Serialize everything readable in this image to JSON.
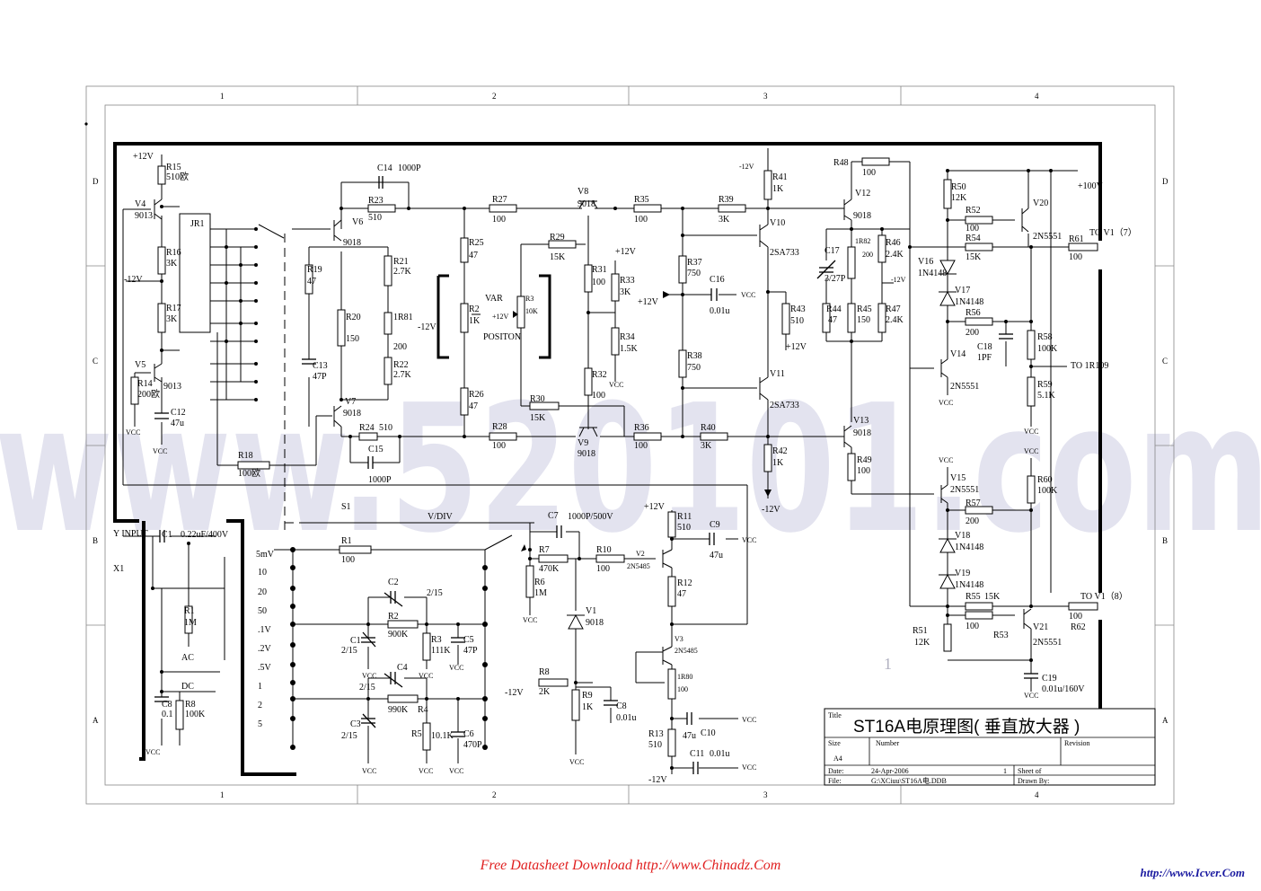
{
  "watermark": "www.520101.com",
  "zones": {
    "columns": [
      "1",
      "2",
      "3",
      "4"
    ],
    "rows": [
      "D",
      "C",
      "B",
      "A"
    ]
  },
  "labels": {
    "vcc12": "+12V",
    "r15": "R15",
    "r15v": "510欧",
    "v4": "V4",
    "v4t": "9013",
    "jr1": "JR1",
    "r16": "R16",
    "r16v": "3K",
    "m12a": "-12V",
    "r17": "R17",
    "r17v": "3K",
    "v5": "V5",
    "v5t": "9013",
    "r14": "R14",
    "r14v": "200欧",
    "c12": "C12",
    "c12v": "47u",
    "vcc": "VCC",
    "r18": "R18",
    "r18v": "100欧",
    "c14": "C14",
    "c14v": "1000P",
    "r23": "R23",
    "r23v": "510",
    "v6": "V6",
    "v6t": "9018",
    "r19": "R19",
    "r19v": "47",
    "r21": "R21",
    "r21v": "2.7K",
    "r20": "R20",
    "r20v": "150",
    "r81": "1R81",
    "r81v": "200",
    "r22": "R22",
    "r22v": "2.7K",
    "c13": "C13",
    "c13v": "47P",
    "v7": "V7",
    "v7t": "9018",
    "r24": "R24",
    "r24v": "510",
    "c15": "C15",
    "c15v": "1000P",
    "r27": "R27",
    "r27v": "100",
    "r25": "R25",
    "r25v": "47",
    "r2": "R2",
    "r2v": "1K",
    "var": "VAR",
    "r3": "R3",
    "r3v": "10K",
    "pos": "POSITON",
    "m12b": "-12V",
    "p12b": "+12V",
    "r26": "R26",
    "r26v": "47",
    "r29": "R29",
    "r29v": "15K",
    "r30": "R30",
    "r30v": "15K",
    "r28": "R28",
    "r28v": "100",
    "v8": "V8",
    "v8t": "9018",
    "p12c": "+12V",
    "r31": "R31",
    "r31v": "100",
    "r33": "R33",
    "r33v": "3K",
    "r34": "R34",
    "r34v": "1.5K",
    "r32": "R32",
    "r32v": "100",
    "v9": "V9",
    "v9t": "9018",
    "r35": "R35",
    "r35v": "100",
    "r36": "R36",
    "r36v": "100",
    "r37": "R37",
    "r37v": "750",
    "c16": "C16",
    "c16v": "0.01u",
    "p12d": "+12V",
    "r38": "R38",
    "r38v": "750",
    "r39": "R39",
    "r39v": "3K",
    "r40": "R40",
    "r40v": "3K",
    "m12c": "-12V",
    "r41": "R41",
    "r41v": "1K",
    "v10": "V10",
    "v10t": "2SA733",
    "r43": "R43",
    "r43v": "510",
    "p12e": "+12V",
    "v11": "V11",
    "v11t": "2SA733",
    "r42": "R42",
    "r42v": "1K",
    "m12d": "-12V",
    "r48": "R48",
    "r48v": "100",
    "v12": "V12",
    "v12t": "9018",
    "c17": "C17",
    "c17v": "3/27P",
    "r82": "1R82",
    "r82v": "200",
    "r46": "R46",
    "r46v": "2.4K",
    "m12e": "-12V",
    "r44": "R44",
    "r44v": "47",
    "r45": "R45",
    "r45v": "150",
    "r47": "R47",
    "r47v": "2.4K",
    "v13": "V13",
    "v13t": "9018",
    "r49": "R49",
    "r49v": "100",
    "r50": "R50",
    "r50v": "12K",
    "r52": "R52",
    "r52v": "100",
    "v20": "V20",
    "v20t": "2N5551",
    "p100": "+100V",
    "r54": "R54",
    "r54v": "15K",
    "r61": "R61",
    "r61v": "100",
    "tov1a": "TO V1（7）",
    "v16": "V16",
    "v16t": "1N4148",
    "v17": "V17",
    "v17t": "1N4148",
    "r56": "R56",
    "r56v": "200",
    "c18": "C18",
    "c18v": "1PF",
    "r58": "R58",
    "r58v": "100K",
    "to1r109": "TO 1R109",
    "v14": "V14",
    "v14t": "2N5551",
    "r59": "R59",
    "r59v": "5.1K",
    "v15": "V15",
    "v15t": "2N5551",
    "r57": "R57",
    "r57v": "200",
    "r60": "R60",
    "r60v": "100K",
    "v18": "V18",
    "v18t": "1N4148",
    "v19": "V19",
    "v19t": "1N4148",
    "r55": "R55",
    "r55v": "15K",
    "tov1b": "TO V1（8）",
    "r62": "R62",
    "r62v": "100",
    "r51": "R51",
    "r51v": "12K",
    "r53": "R53",
    "v21": "V21",
    "v21t": "2N5551",
    "c19": "C19",
    "c19v": "0.01u/160V",
    "yin": "Y INPUT",
    "x1": "X1",
    "c1": "C1",
    "c1v": "0.22uF/400V",
    "r1a": "R1",
    "r1av": "1M",
    "ac": "AC",
    "dc": "DC",
    "c8a": "C8",
    "c8av": "0.1",
    "r8a": "R8",
    "r8av": "100K",
    "s1": "S1",
    "vdiv": "V/DIV",
    "r1": "R1",
    "r1v": "100",
    "rng": [
      "5mV",
      "10",
      "20",
      "50",
      ".1V",
      ".2V",
      ".5V",
      "1",
      "2",
      "5"
    ],
    "c2": "C2",
    "c2t": "2/15",
    "r2b": "R2",
    "r2bv": "900K",
    "c1b": "C1",
    "c1bt": "2/15",
    "r3b": "R3",
    "r3bv": "111K",
    "c5": "C5",
    "c5v": "47P",
    "c4": "C4",
    "c4t": "2/15",
    "r4": "R4",
    "r4v": "990K",
    "c3": "C3",
    "c3t": "2/15",
    "r5": "R5",
    "r5v": "10.1K",
    "c6": "C6",
    "c6v": "470P",
    "c7": "C7",
    "c7v": "1000P/500V",
    "r7": "R7",
    "r7v": "470K",
    "r6": "R6",
    "r6v": "1M",
    "r10": "R10",
    "r10v": "100",
    "v2": "V2",
    "v2t": "2N5485",
    "v1": "V1",
    "v1t": "9018",
    "r8": "R8",
    "r8v": "2K",
    "m12f": "-12V",
    "r9": "R9",
    "r9v": "1K",
    "c8": "C8",
    "c8v": "0.01u",
    "p12f": "+12V",
    "r11": "R11",
    "r11v": "510",
    "c9": "C9",
    "c9v": "47u",
    "r12": "R12",
    "r12v": "47",
    "v3": "V3",
    "v3t": "2N5485",
    "r80": "1R80",
    "r80v": "100",
    "r13": "R13",
    "r13v": "510",
    "c10": "C10",
    "c10v": "47u",
    "c11": "C11",
    "c11v": "0.01u",
    "m12g": "-12V",
    "page1": "1"
  },
  "title_block": {
    "title_label": "Title",
    "title": "ST16A电原理图( 垂直放大器 )",
    "size_label": "Size",
    "size": "A4",
    "number_label": "Number",
    "revision_label": "Revision",
    "date_label": "Date:",
    "date": "24-Apr-2006",
    "sheet_num": "1",
    "sheet_label": "Sheet   of",
    "file_label": "File:",
    "file": "G:\\XCiuu\\ST16A电.DDB",
    "drawn_label": "Drawn By:"
  },
  "footer": {
    "left": "Free Datasheet Download http://www.Chinadz.Com",
    "right": "http://www.Icver.Com"
  }
}
